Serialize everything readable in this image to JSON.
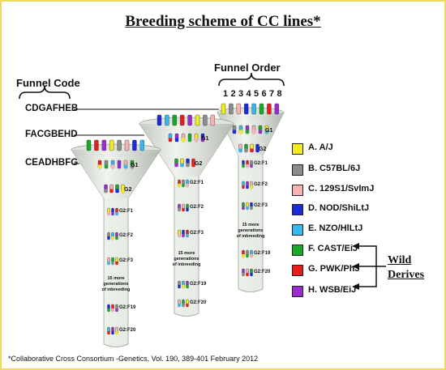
{
  "title": "Breeding scheme of CC lines*",
  "funnel_code_label": "Funnel Code",
  "funnel_order_label": "Funnel Order",
  "funnel_order_numbers": [
    "1",
    "2",
    "3",
    "4",
    "5",
    "6",
    "7",
    "8"
  ],
  "funnel_codes": [
    "CDGAFHEB",
    "FACGBEHD",
    "CEADHBFG"
  ],
  "stage_labels": {
    "g1": "G1",
    "g2": "G2",
    "g2f1": "G2:F1",
    "g2f2": "G2:F2",
    "g2f3": "G2:F3",
    "g2f19": "G2:F19",
    "g2f20": "G2:F20",
    "more_gens": "15 more generations of inbreeding"
  },
  "legend": [
    {
      "label": "A. A/J",
      "color": "#f5ec1e"
    },
    {
      "label": "B. C57BL/6J",
      "color": "#8c8c8c"
    },
    {
      "label": "C. 129S1/SvImJ",
      "color": "#f7b3b3"
    },
    {
      "label": "D. NOD/ShiLtJ",
      "color": "#1c2bd8"
    },
    {
      "label": "E. NZO/HlLtJ",
      "color": "#35b8ee"
    },
    {
      "label": "F. CAST/EiJ",
      "color": "#1aa82b"
    },
    {
      "label": "G. PWK/PhJ",
      "color": "#e81d1d"
    },
    {
      "label": "H. WSB/EiJ",
      "color": "#9a2bd0"
    }
  ],
  "wild_derives": [
    "Wild",
    "Derives"
  ],
  "footer": "*Collaborative Cross Consortium -Genetics, Vol. 190, 389-401 February 2012"
}
